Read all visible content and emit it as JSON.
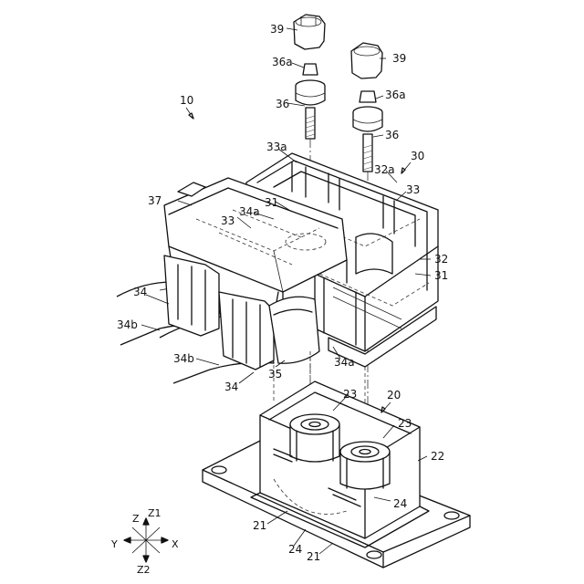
{
  "labels": {
    "assembly": "10",
    "second_unit": "20",
    "first_unit": "30",
    "nut_left": "39",
    "nut_right": "39",
    "washer_left": "36a",
    "washer_right": "36a",
    "bolt_left": "36",
    "bolt_right": "36",
    "bus_left": "33a",
    "bus_right": "32a",
    "terminal_33_top": "33",
    "terminal_33_left": "33",
    "cover": "37",
    "busbar_34a_top": "34a",
    "busbar_34a_bottom": "34a",
    "housing_31_top": "31",
    "housing_31_right": "31",
    "frame_32": "32",
    "cable_34_upper": "34",
    "cable_34_lower": "34",
    "sheath_34b_upper": "34b",
    "sheath_34b_lower": "34b",
    "holder_35": "35",
    "post_23_left": "23",
    "post_23_right": "23",
    "base_22": "22",
    "body_21_left": "21",
    "body_21_bottom": "21",
    "seal_24_left": "24",
    "seal_24_right": "24"
  },
  "axes": {
    "z": "Z",
    "z1": "Z1",
    "z2": "Z2",
    "x": "X",
    "y": "Y"
  }
}
